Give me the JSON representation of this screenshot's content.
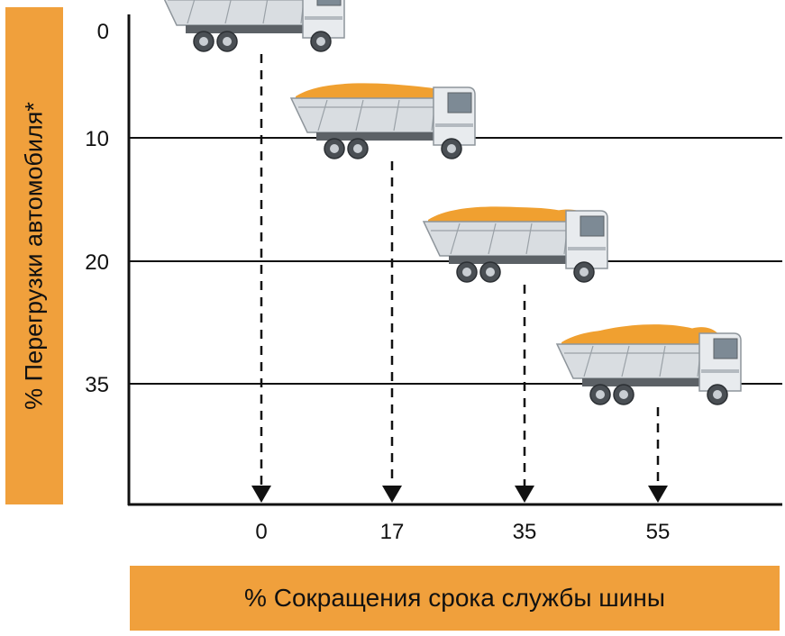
{
  "chart_data": {
    "type": "bar",
    "title": "",
    "xlabel": "% Сокращения срока службы шины",
    "ylabel": "% Перегрузки автомобиля*",
    "y_ticks": [
      "0",
      "10",
      "20",
      "35"
    ],
    "x_ticks": [
      "0",
      "17",
      "35",
      "55"
    ],
    "series": [
      {
        "points": [
          {
            "overload_pct": 0,
            "life_reduction_pct": 0
          },
          {
            "overload_pct": 10,
            "life_reduction_pct": 17
          },
          {
            "overload_pct": 20,
            "life_reduction_pct": 35
          },
          {
            "overload_pct": 35,
            "life_reduction_pct": 55
          }
        ]
      }
    ],
    "grid": true
  },
  "colors": {
    "accent": "#f0a03c",
    "cargo": "#f0a030",
    "axis": "#111111"
  },
  "icons": [
    "dump-truck-icon"
  ]
}
